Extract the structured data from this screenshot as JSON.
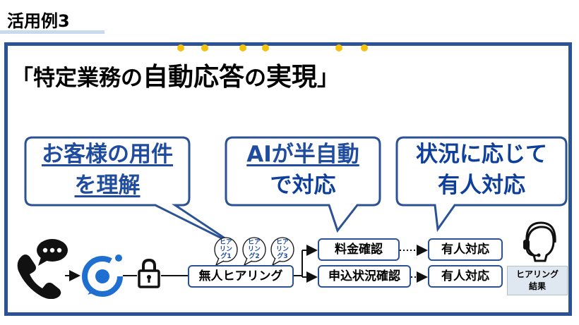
{
  "section": {
    "label": "活用例3"
  },
  "headline": {
    "open": "「",
    "part1": "特定業務の",
    "part2": "自動応答",
    "part3": "の",
    "part4": "実現",
    "close": "」"
  },
  "bubbles": {
    "b1": {
      "line1": "お客様の用件",
      "line2": "を理解"
    },
    "b2": {
      "line1": "AIが半自動",
      "line2": "で対応"
    },
    "b3": {
      "line1": "状況に応じて",
      "line2": "有人対応"
    }
  },
  "flow": {
    "hearing": "無人ヒアリング",
    "mini": [
      "ヒア\nリン\nグ1",
      "ヒア\nリン\nグ2",
      "ヒア\nリン\nグ3"
    ],
    "branch1": "料金確認",
    "branch2": "申込状況確認",
    "staff1": "有人対応",
    "staff2": "有人対応",
    "result_line1": "ヒアリング",
    "result_line2": "結果"
  },
  "colors": {
    "frame": "#2b5294",
    "accent_dot": "#f4c20d",
    "bubble_text": "#1f4c9e",
    "tab_underline": "#c9d9ee",
    "logo": "#1f6fd1"
  },
  "icons": [
    "phone-icon",
    "chat-bubble-icon",
    "ai-logo-icon",
    "lock-icon",
    "operator-headset-icon"
  ]
}
